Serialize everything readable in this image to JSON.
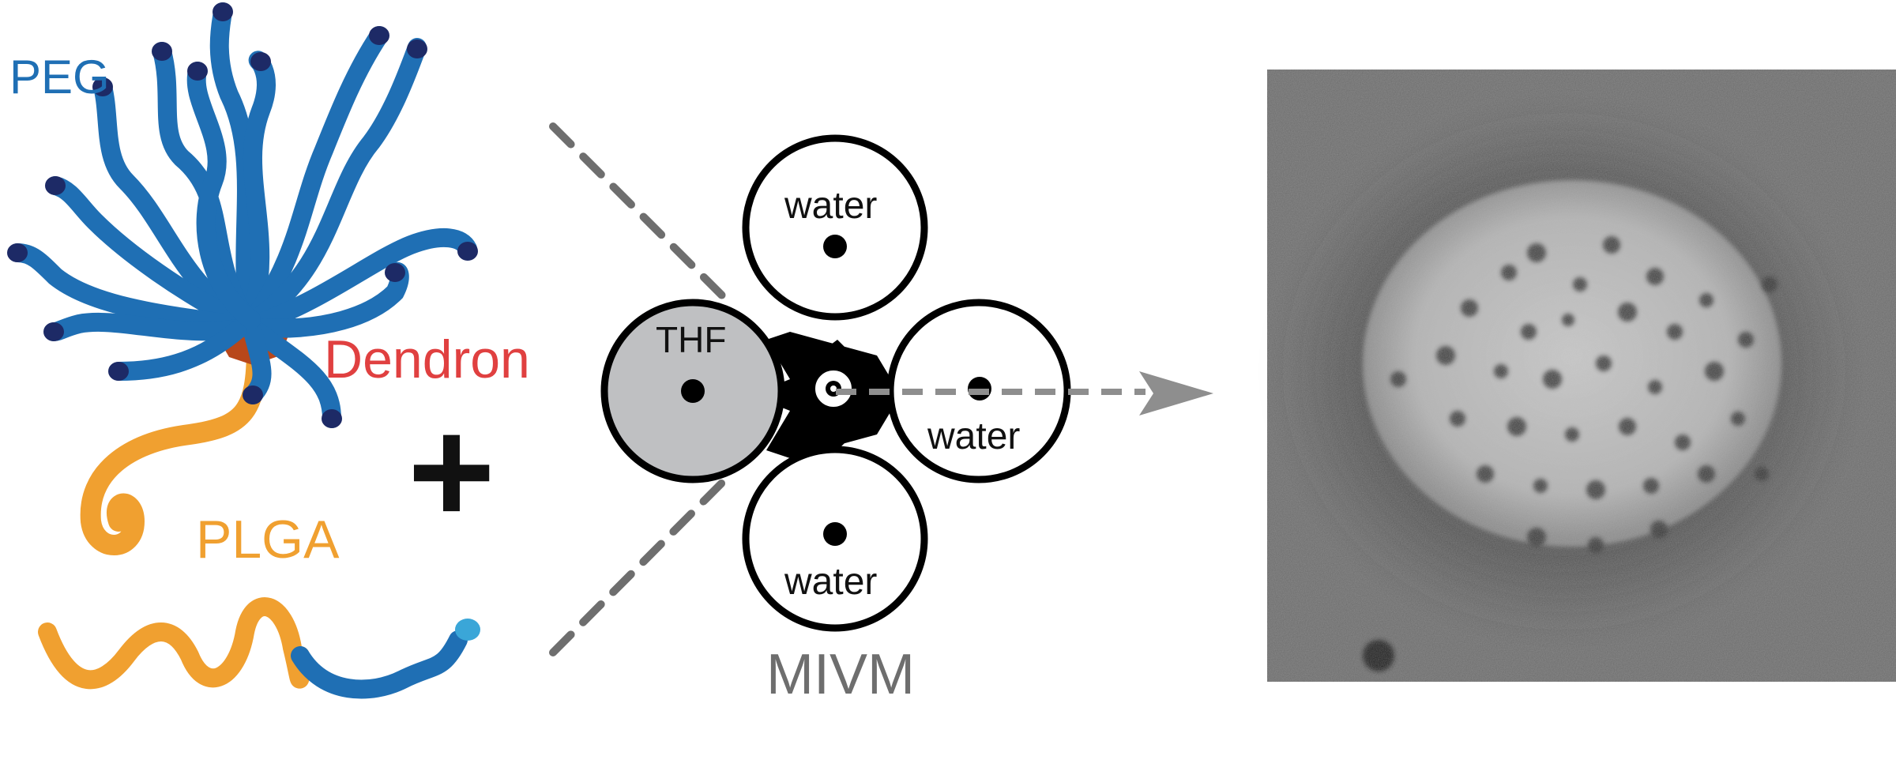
{
  "labels": {
    "peg": "PEG",
    "dendron": "Dendron",
    "plga": "PLGA",
    "plus": "+",
    "thf": "THF",
    "water_top": "water",
    "water_right": "water",
    "water_bottom": "water",
    "mivm": "MIVM"
  },
  "colors": {
    "peg_blue": "#1f6fb4",
    "peg_dark": "#1d2a66",
    "plga_orange": "#f0a030",
    "dendron_red": "#e04040",
    "dendron_core": "#b8471a",
    "mivm_gray": "#6e6e6e",
    "thf_fill": "#bfc0c2",
    "arrow_gray": "#8e8e8e"
  },
  "icons": {
    "polymer": "peg-dendron-plga-polymer-icon",
    "free_plga": "plga-peg-chain-icon",
    "mixer": "mivm-mixer-icon",
    "micrograph": "nanoparticle-tem-micrograph"
  }
}
